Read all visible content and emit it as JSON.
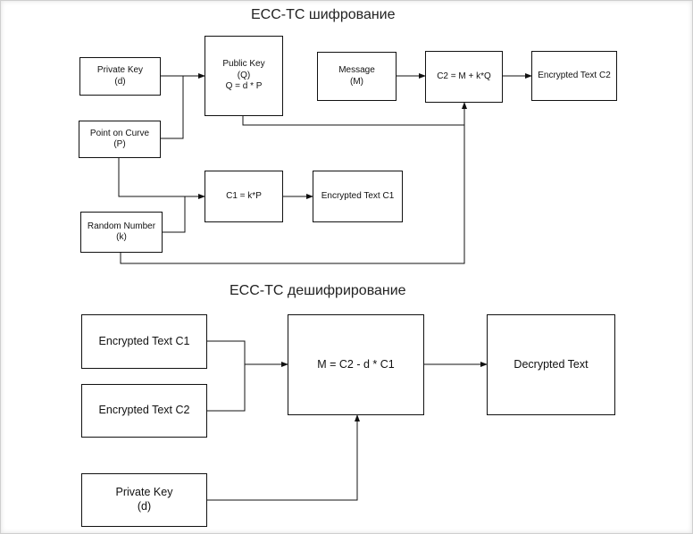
{
  "encryption": {
    "title": "ECC-TC шифрование",
    "private_key": {
      "line1": "Private Key",
      "line2": "(d)"
    },
    "point_on_curve": {
      "line1": "Point on Curve",
      "line2": "(P)"
    },
    "random_number": {
      "line1": "Random Number",
      "line2": "(k)"
    },
    "public_key": {
      "line1": "Public Key",
      "line2": "(Q)",
      "line3": "Q = d * P"
    },
    "message": {
      "line1": "Message",
      "line2": "(M)"
    },
    "c2_formula": "C2 = M + k*Q",
    "encrypted_c2": "Encrypted Text C2",
    "c1_formula": "C1 = k*P",
    "encrypted_c1": "Encrypted Text C1"
  },
  "decryption": {
    "title": "ECC-TC дешифрирование",
    "encrypted_c1": "Encrypted Text C1",
    "encrypted_c2": "Encrypted Text C2",
    "formula": "M = C2 - d * C1",
    "decrypted": "Decrypted Text",
    "private_key": {
      "line1": "Private Key",
      "line2": "(d)"
    }
  }
}
